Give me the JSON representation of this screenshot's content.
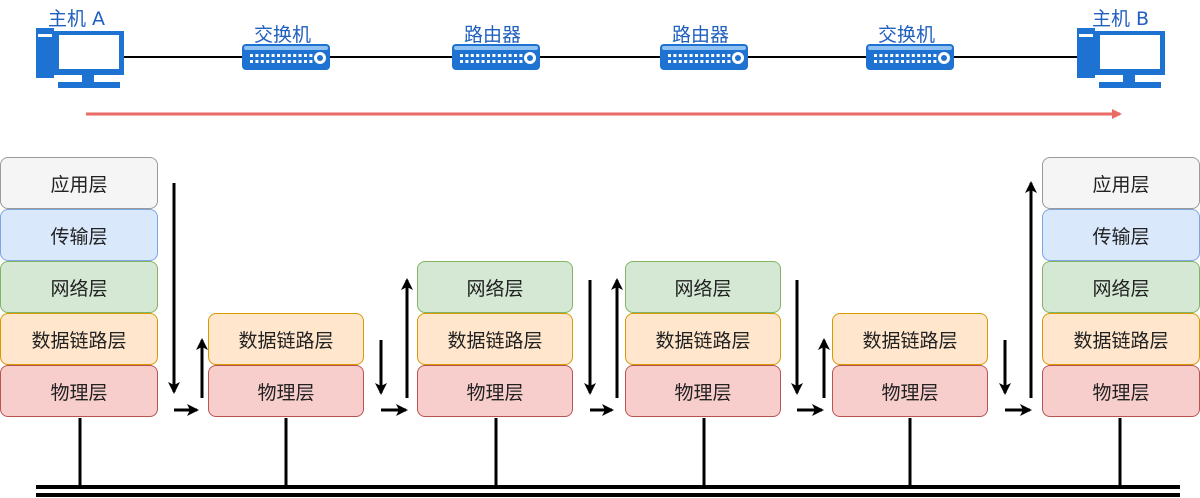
{
  "devices": {
    "host_a": "主机 A",
    "switch_1": "交换机",
    "router_1": "路由器",
    "router_2": "路由器",
    "switch_2": "交换机",
    "host_b": "主机 B"
  },
  "layers": {
    "application": "应用层",
    "transport": "传输层",
    "network": "网络层",
    "data_link": "数据链路层",
    "physical": "物理层"
  },
  "colors": {
    "label_blue": "#1f5fbf",
    "device_blue": "#1e73d2",
    "path_arrow": "#ea6b66"
  },
  "icons": [
    "computer-icon",
    "switch-icon",
    "router-icon"
  ]
}
